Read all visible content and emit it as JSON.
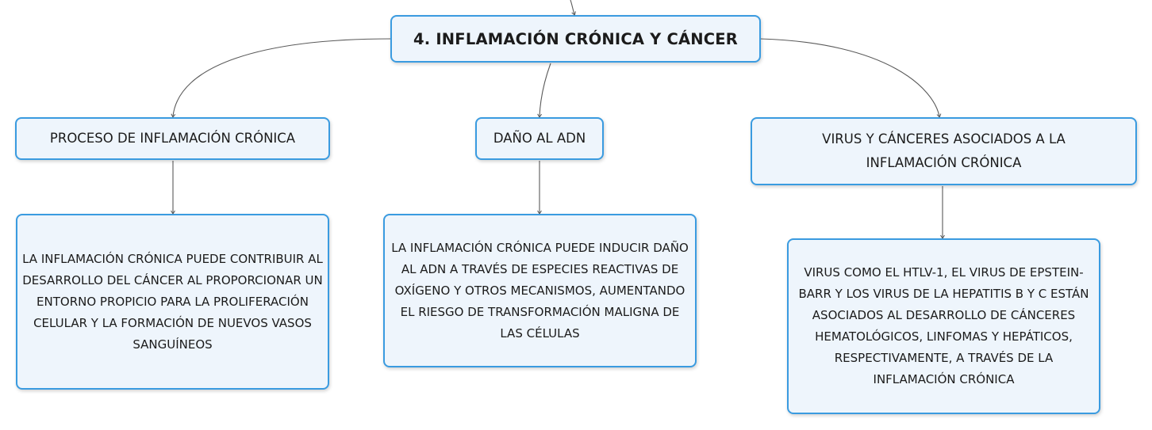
{
  "root": {
    "label": "4. INFLAMACIÓN CRÓNICA Y CÁNCER"
  },
  "branches": [
    {
      "title": "PROCESO DE INFLAMACIÓN CRÓNICA",
      "detail": "LA INFLAMACIÓN CRÓNICA PUEDE CONTRIBUIR AL DESARROLLO DEL CÁNCER AL PROPORCIONAR UN ENTORNO PROPICIO PARA LA PROLIFERACIÓN CELULAR Y LA FORMACIÓN DE NUEVOS VASOS SANGUÍNEOS"
    },
    {
      "title": "DAÑO AL ADN",
      "detail": "LA INFLAMACIÓN CRÓNICA PUEDE INDUCIR DAÑO AL ADN A TRAVÉS DE ESPECIES REACTIVAS DE OXÍGENO Y OTROS MECANISMOS, AUMENTANDO EL RIESGO DE TRANSFORMACIÓN MALIGNA DE LAS CÉLULAS"
    },
    {
      "title": "VIRUS Y CÁNCERES ASOCIADOS A LA INFLAMACIÓN CRÓNICA",
      "detail": "VIRUS COMO EL HTLV-1, EL VIRUS DE EPSTEIN-BARR Y LOS VIRUS DE LA HEPATITIS B Y C ESTÁN ASOCIADOS AL DESARROLLO DE CÁNCERES HEMATOLÓGICOS, LINFOMAS Y HEPÁTICOS, RESPECTIVAMENTE, A TRAVÉS DE LA INFLAMACIÓN CRÓNICA"
    }
  ],
  "colors": {
    "node_border": "#3a9be0",
    "node_fill": "#eef5fc",
    "connector": "#5a5a5a"
  }
}
